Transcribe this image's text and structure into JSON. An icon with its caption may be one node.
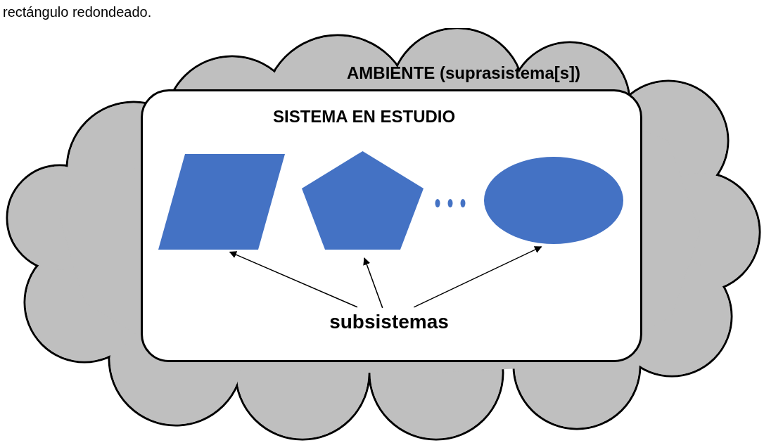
{
  "diagram": {
    "nodes": [
      {
        "text": [
          "AMBIENTE (suprasistema[s])"
        ]
      },
      {
        "text": [
          "SISTEMA EN ESTUDIO"
        ],
        "in": 0
      },
      {
        "text": [],
        "shape": "parallelogram",
        "in": 1
      },
      {
        "text": [],
        "shape": "pentagon",
        "in": 1
      },
      {
        "text": [],
        "shape": "ellipse",
        "in": 1
      },
      {
        "text": [
          "subsistemas"
        ],
        "in": 1
      }
    ],
    "edges": [
      {
        "from": 5,
        "to": 2,
        "arrow": "to"
      },
      {
        "from": 5,
        "to": 3,
        "arrow": "to"
      },
      {
        "from": 5,
        "to": 4,
        "arrow": "to"
      }
    ],
    "labels": [
      "rectángulo redondeado."
    ]
  }
}
